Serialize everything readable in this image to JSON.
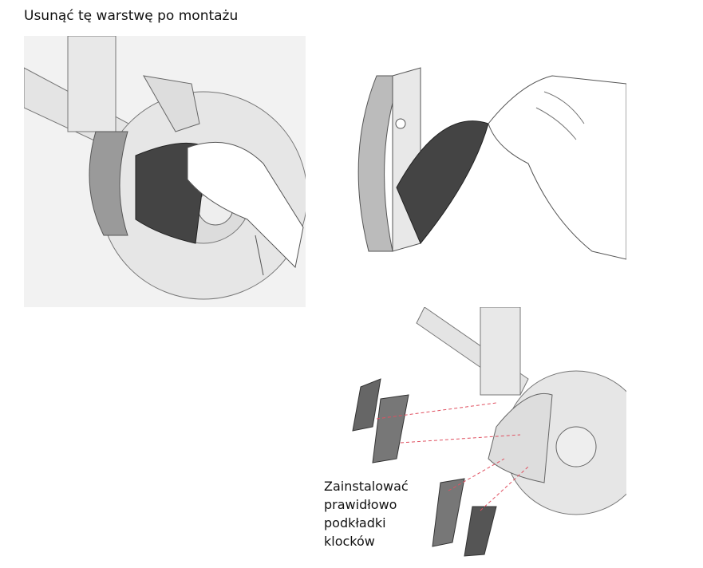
{
  "header": {
    "title": "Usunąć tę warstwę po montażu"
  },
  "caption": {
    "lines": [
      "Zainstalować",
      "prawidłowo",
      "podkładki",
      "klocków"
    ]
  }
}
